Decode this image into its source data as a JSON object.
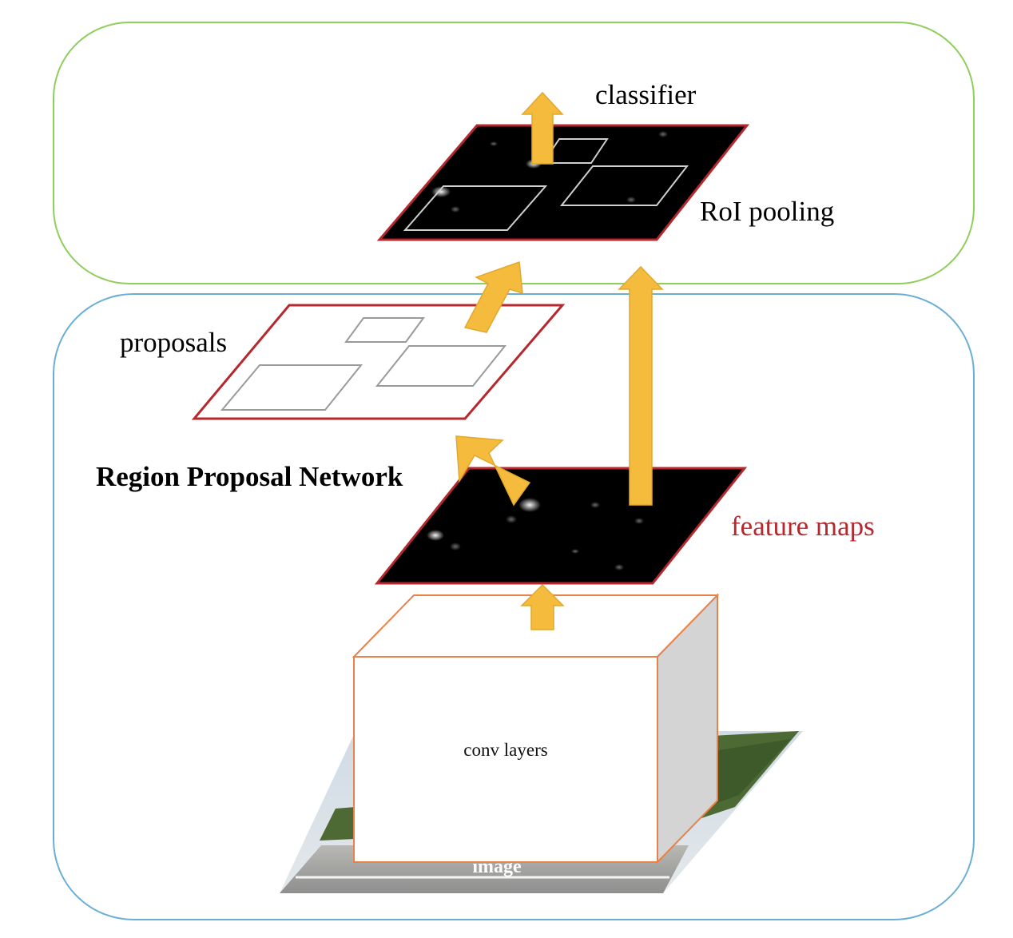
{
  "labels": {
    "classifier": "classifier",
    "roi_pooling": "RoI pooling",
    "proposals": "proposals",
    "rpn": "Region Proposal Network",
    "feature_maps": "feature maps",
    "conv_layers": "conv layers",
    "image": "image"
  },
  "colors": {
    "stage2_border": "#8fce5c",
    "stage1_border": "#6aaed6",
    "map_border": "#b5282e",
    "arrow_fill": "#f5bb3c",
    "arrow_stroke": "#e0a82e",
    "box_border": "#e8824a",
    "box_side": "#d4d4d4",
    "feature_maps_text": "#b5282e",
    "proposal_box": "#9a9a9a",
    "roi_box": "#cfcfcf"
  }
}
